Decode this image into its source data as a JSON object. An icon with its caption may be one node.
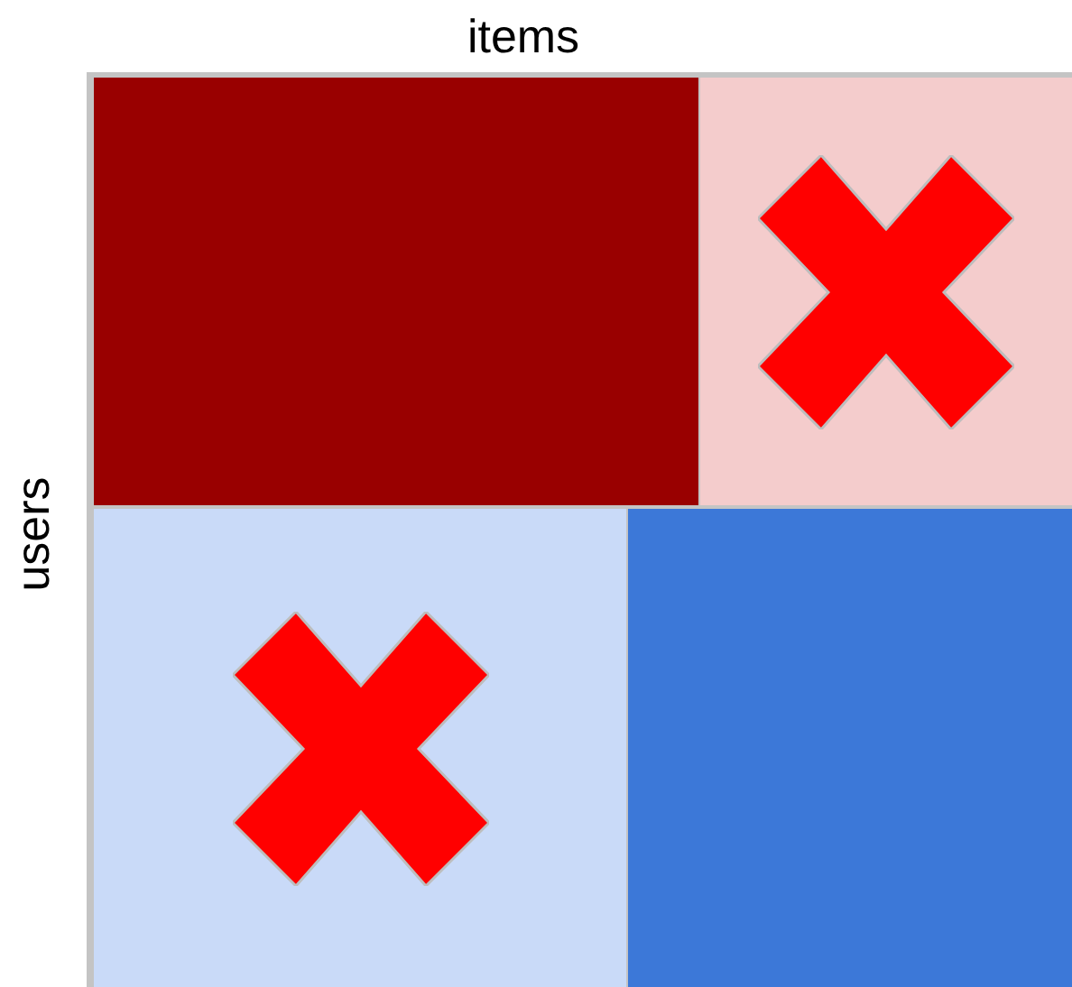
{
  "diagram": {
    "nodes": [
      {
        "text": [],
        "shape": "box"
      },
      {
        "text": [],
        "shape": "box"
      },
      {
        "text": [],
        "shape": "box"
      },
      {
        "text": [],
        "shape": "box"
      }
    ],
    "labels": [
      "items",
      "users"
    ]
  }
}
